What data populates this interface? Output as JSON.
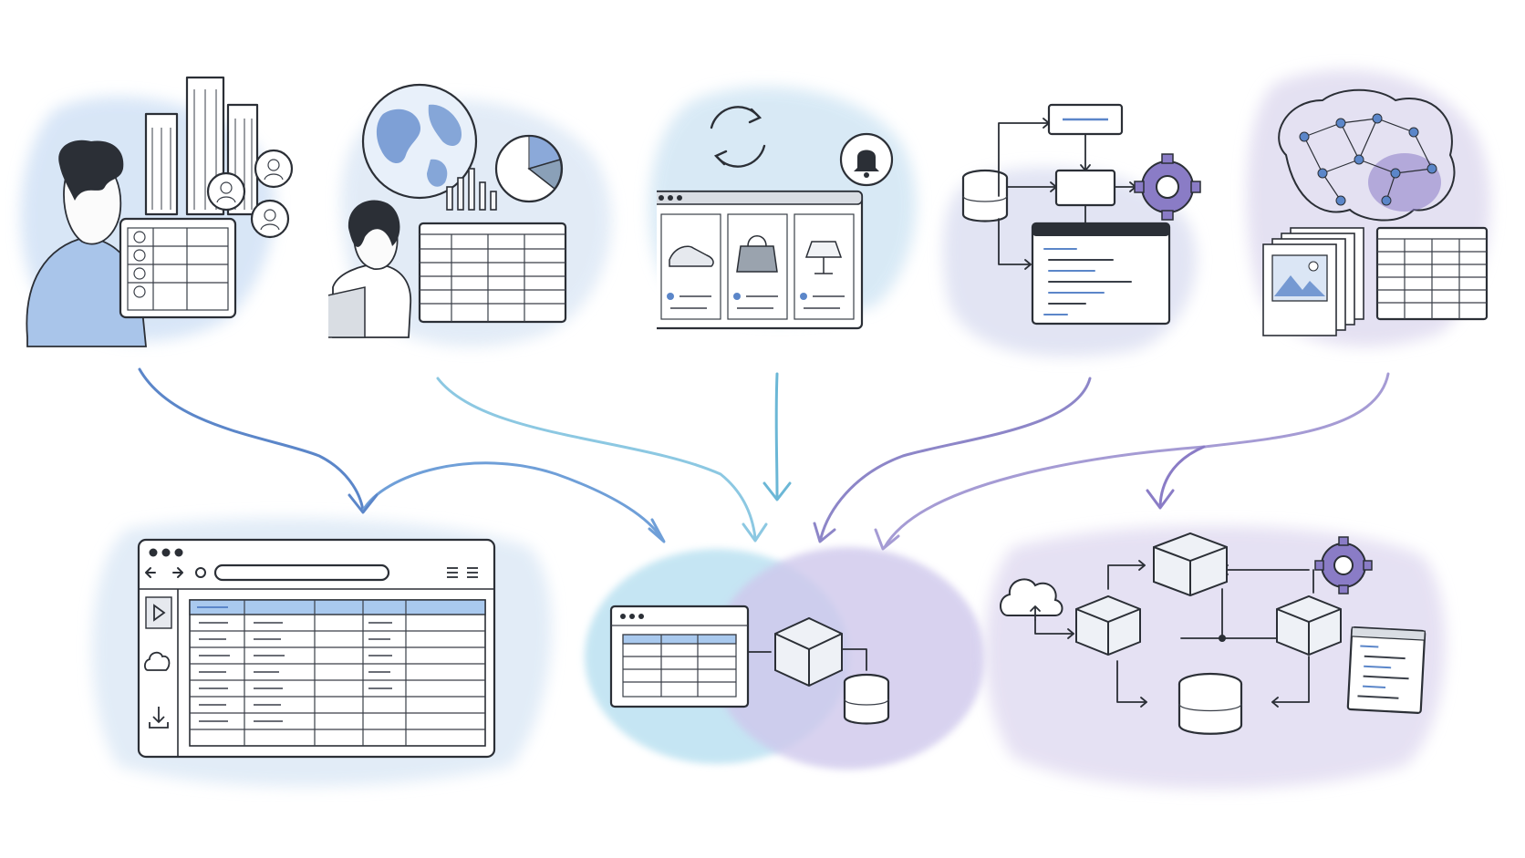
{
  "palette": {
    "ink": "#2b2f36",
    "wash_blue": "#cfe0f5",
    "wash_sky": "#cdebf5",
    "wash_lavender": "#ddd8ee",
    "accent_blue": "#5b86c9",
    "accent_sky": "#6bb7d6",
    "accent_purple": "#8a7cc6"
  },
  "sources": [
    {
      "icon": "person-with-laptop-and-buildings",
      "contacts": 3
    },
    {
      "icon": "globe-analyst-with-charts"
    },
    {
      "icon": "ecommerce-catalog-with-sync",
      "products": [
        "sneaker-icon",
        "handbag-icon",
        "lamp-icon"
      ]
    },
    {
      "icon": "pipeline-flowchart-with-database-and-gear"
    },
    {
      "icon": "neural-brain-with-images-and-table"
    }
  ],
  "targets": [
    {
      "icon": "spreadsheet-browser-with-sidebar-tools",
      "sidebar_icons": [
        "play-icon",
        "cloud-icon",
        "download-icon"
      ]
    },
    {
      "icon": "overlapping-blob-hub-with-browser-cube-database"
    },
    {
      "icon": "architecture-diagram-with-cubes-cloud-database"
    }
  ],
  "flows": [
    {
      "from": 0,
      "to": 0
    },
    {
      "from": 1,
      "to": 1
    },
    {
      "from": 2,
      "to": 1
    },
    {
      "from": 3,
      "to": 1
    },
    {
      "from": 3,
      "to": 1
    },
    {
      "from": 4,
      "to": 2
    }
  ]
}
